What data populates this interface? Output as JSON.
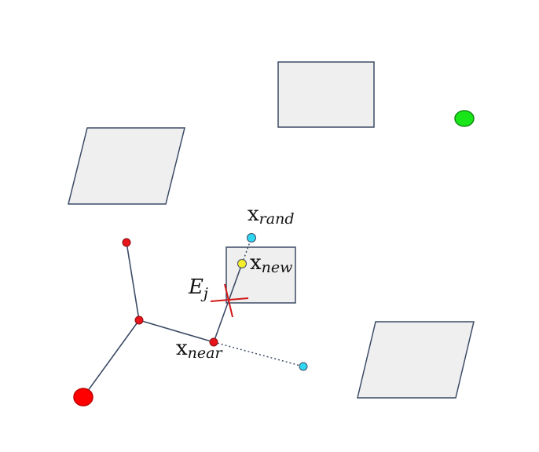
{
  "colors": {
    "obstacle_fill": "#efefef",
    "obstacle_stroke": "#3d4b66",
    "edge": "#3d4b66",
    "tree_node": "#e8141b",
    "start_node": "#ff0000",
    "goal_node": "#19e619",
    "sample_node": "#2ed6f0",
    "new_node": "#f5ee2a",
    "collision_mark": "#d01818"
  },
  "labels": {
    "x_rand": {
      "base": "x",
      "sub": "rand"
    },
    "x_new": {
      "base": "x",
      "sub": "new"
    },
    "x_near": {
      "base": "x",
      "sub": "near"
    },
    "e_j": {
      "base": "E",
      "sub": "j"
    }
  },
  "elements": {
    "obstacles": [
      "parallelogram",
      "rectangle",
      "rectangle",
      "parallelogram"
    ],
    "nodes": [
      "start",
      "goal",
      "tree-node",
      "tree-node",
      "x-near",
      "x-rand",
      "x-new",
      "second-random-sample"
    ],
    "edges": [
      "tree-edge",
      "tree-edge",
      "tree-edge",
      "extension-edge"
    ],
    "dotted_guides": [
      "near-to-rand",
      "near-to-second-sample"
    ],
    "markers": [
      "collision-cross"
    ]
  }
}
